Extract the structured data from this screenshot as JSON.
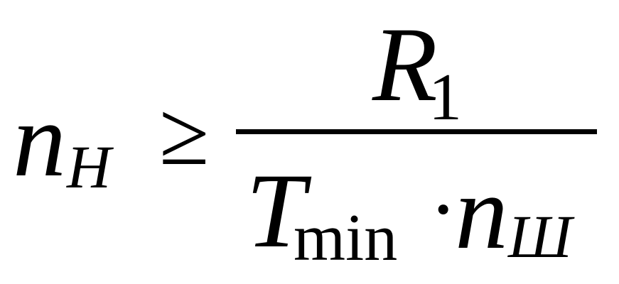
{
  "formula": {
    "lhs_symbol": "n",
    "lhs_subscript": "Н",
    "relation": "≥",
    "numerator_symbol": "R",
    "numerator_subscript": "1",
    "denominator_symbol_1": "T",
    "denominator_subscript_1": "min",
    "denominator_operator": "·",
    "denominator_symbol_2": "n",
    "denominator_subscript_2": "Ш"
  }
}
